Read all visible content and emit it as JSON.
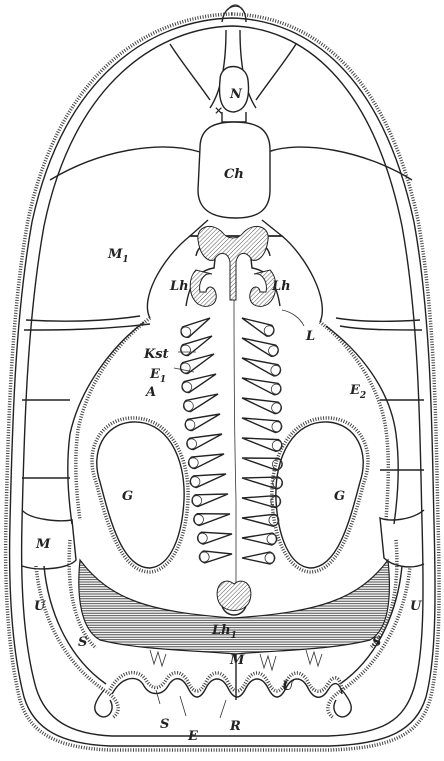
{
  "figure": {
    "labels": {
      "N": "N",
      "Ch": "Ch",
      "M1": "M",
      "M1_sub": "1",
      "Lh_left": "Lh",
      "Lh_right": "Lh",
      "L": "L",
      "Kst": "Kst",
      "E1": "E",
      "E1_sub": "1",
      "E2": "E",
      "E2_sub": "2",
      "A": "A",
      "M": "M",
      "G_left": "G",
      "G_right": "G",
      "Lh1": "Lh",
      "Lh1_sub": "1",
      "U_left": "U",
      "U_right": "U",
      "U_bottom": "U",
      "S_left": "S",
      "S_right": "S",
      "S_bottom": "S",
      "M_bottom": "M",
      "E_bottom": "E",
      "R": "R",
      "x_mark": "×"
    }
  }
}
